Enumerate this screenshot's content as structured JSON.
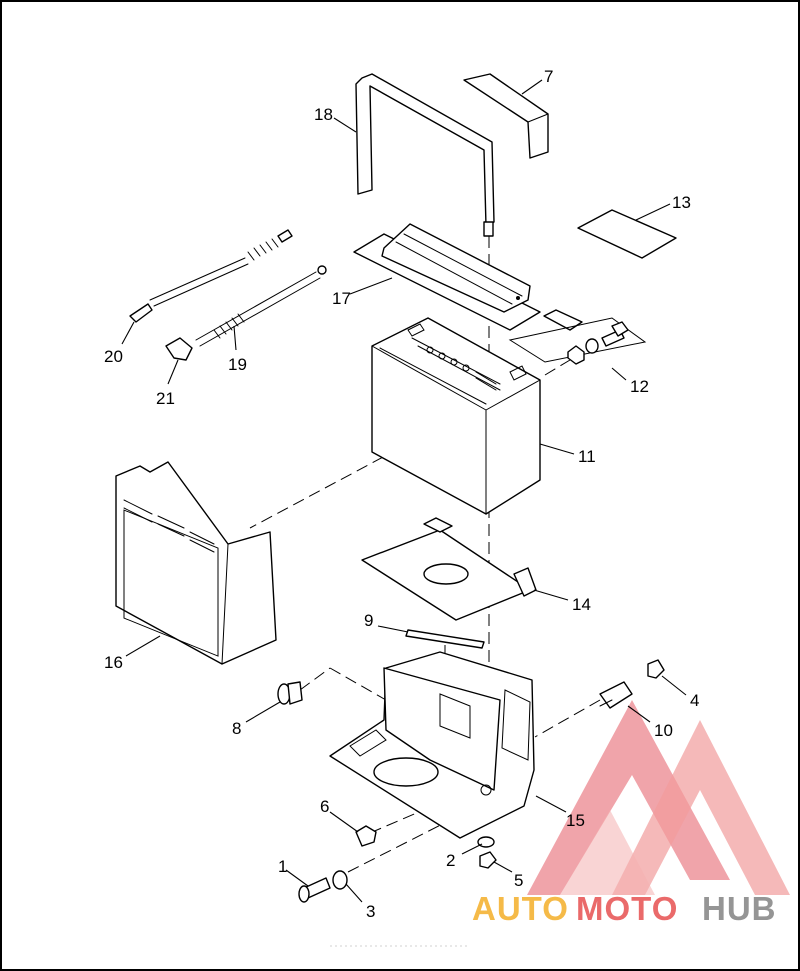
{
  "diagram": {
    "callouts": [
      "1",
      "2",
      "3",
      "4",
      "5",
      "6",
      "7",
      "8",
      "9",
      "10",
      "11",
      "12",
      "13",
      "14",
      "15",
      "16",
      "17",
      "18",
      "19",
      "20",
      "21"
    ]
  },
  "watermark": {
    "text_auto": "AUTO",
    "text_moto": "MOTO",
    "text_hub": "HUB",
    "color_red": "#e85a5a",
    "color_orange": "#f5b335",
    "color_grey": "#8a8a8a"
  },
  "colors": {
    "line": "#000000",
    "background": "#ffffff"
  }
}
